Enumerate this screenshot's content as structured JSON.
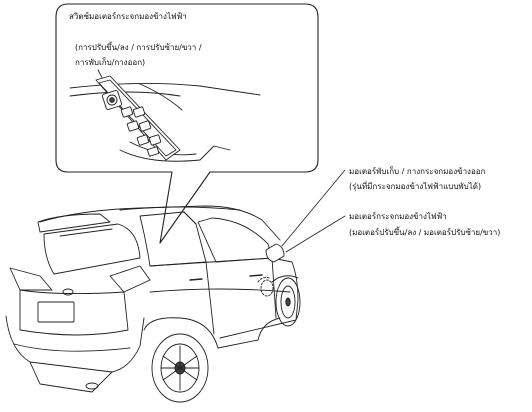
{
  "callout": {
    "title": "สวิตช์มอเตอร์กระจกมองข้างไฟฟ้า",
    "subtitle_line1": "(การปรับขึ้น/ลง / การปรับซ้าย/ขวา /",
    "subtitle_line2": "การพับเก็บ/กางออก)"
  },
  "labels": {
    "fold_motor_line1": "มอเตอร์พับเก็บ / กางกระจกมองข้างออก",
    "fold_motor_line2": "(รุ่นที่มีกระจกมองข้างไฟฟ้าแบบพับได้)",
    "adjust_motor_line1": "มอเตอร์กระจกมองข้างไฟฟ้า",
    "adjust_motor_line2": "(มอเตอร์ปรับขึ้น/ลง / มอเตอร์ปรับซ้าย/ขวา)"
  },
  "colors": {
    "line": "#222222",
    "background": "#ffffff"
  }
}
